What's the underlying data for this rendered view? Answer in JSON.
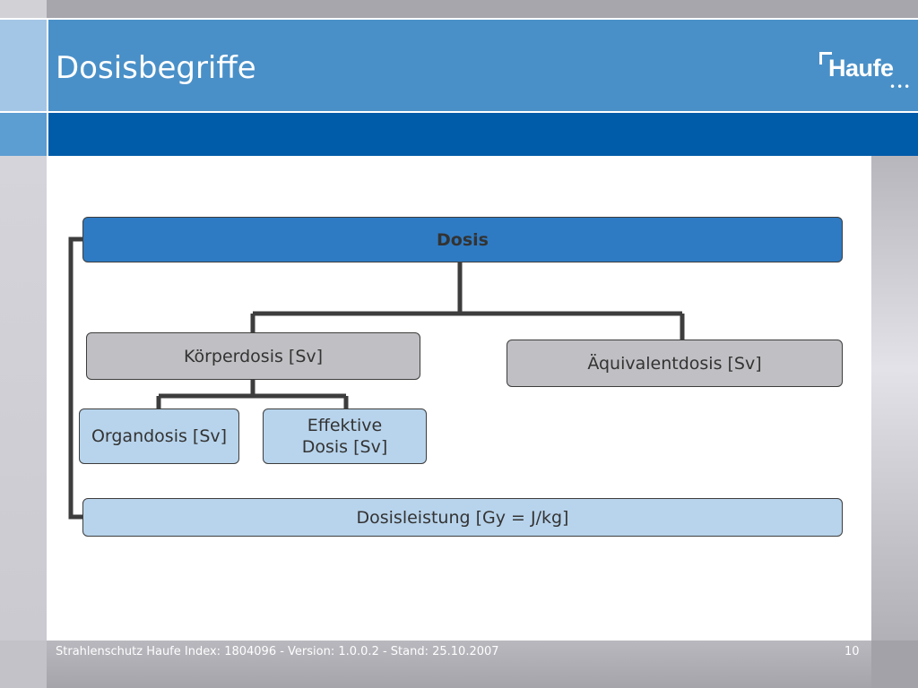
{
  "slide": {
    "title": "Dosisbegriffe",
    "logo_text": "Haufe",
    "logo_dots": "•••",
    "footer": "Strahlenschutz Haufe Index: 1804096 - Version: 1.0.0.2 - Stand: 25.10.2007",
    "page_number": "10"
  },
  "diagram": {
    "root": "Dosis",
    "koerperdosis": "Körperdosis [Sv]",
    "aequivalentdosis": "Äquivalentdosis [Sv]",
    "organdosis": "Organdosis [Sv]",
    "effektive_dosis": "Effektive\nDosis [Sv]",
    "dosisleistung": "Dosisleistung [Gy = J/kg]"
  },
  "colors": {
    "title_band": "#4a90c8",
    "sub_band": "#005ba8",
    "root_node": "#2e7bc4",
    "grey_node": "#c0c0c4",
    "light_node": "#b8d4ec",
    "connector": "#3d3d3d"
  }
}
